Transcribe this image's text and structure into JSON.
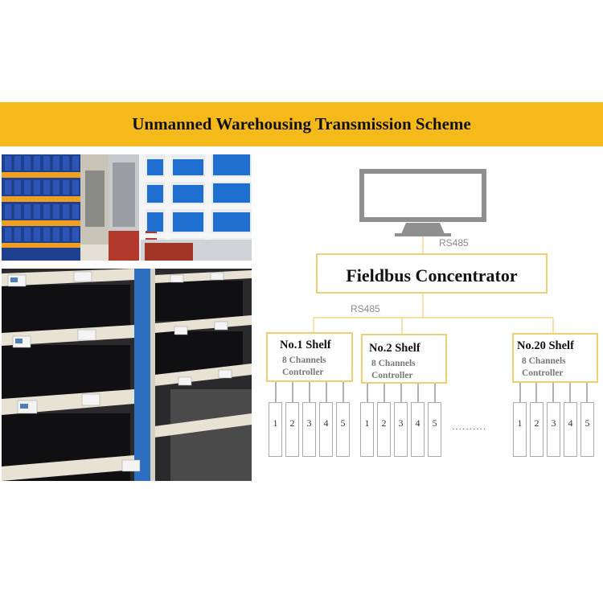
{
  "header": {
    "title": "Unmanned Warehousing Transmission Scheme"
  },
  "diagram": {
    "monitor_icon": "monitor-icon",
    "rs485_top": "RS485",
    "concentrator": "Fieldbus Concentrator",
    "rs485_bus": "RS485",
    "ellipsis": "..........",
    "shelves": [
      {
        "title": "No.1 Shelf",
        "line1": "8 Channels",
        "line2": "Controller",
        "slots": [
          "1",
          "2",
          "3",
          "4",
          "5"
        ]
      },
      {
        "title": "No.2 Shelf",
        "line1": "8 Channels",
        "line2": "Controller",
        "slots": [
          "1",
          "2",
          "3",
          "4",
          "5"
        ]
      },
      {
        "title": "No.20 Shelf",
        "line1": "8 Channels",
        "line2": "Controller",
        "slots": [
          "1",
          "2",
          "3",
          "4",
          "5"
        ]
      }
    ]
  },
  "colors": {
    "banner": "#f5b91a",
    "box_border": "#f0cf70",
    "line": "#f0cf70",
    "monitor": "#8f8f8f"
  }
}
